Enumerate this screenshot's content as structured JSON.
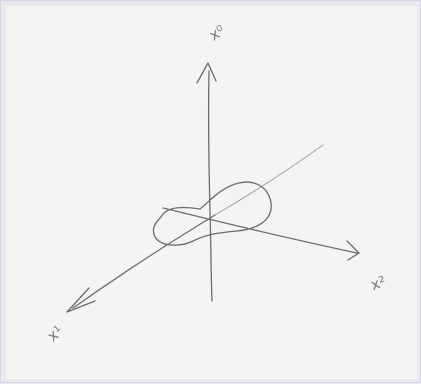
{
  "diagram": {
    "axis_labels": {
      "x0": "x⁰",
      "x1": "x¹",
      "x2": "x²"
    },
    "colors": {
      "paper": "#f4f4f2",
      "pencil": "#6c6c6c",
      "background": "#e9e9f1"
    }
  }
}
